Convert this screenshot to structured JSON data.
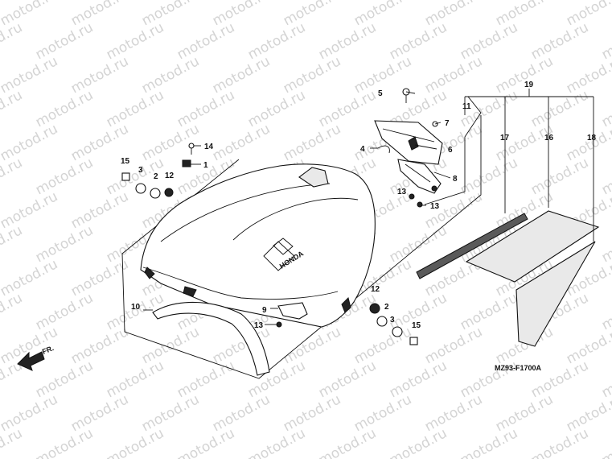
{
  "watermark": "motod.ru",
  "diagram_code": "MZ93-F1700A",
  "front_label": "FR.",
  "brand_mark": "HONDA",
  "callouts": {
    "c1": "1",
    "c2a": "2",
    "c2b": "2",
    "c3a": "3",
    "c3b": "3",
    "c4": "4",
    "c5": "5",
    "c6": "6",
    "c7": "7",
    "c8": "8",
    "c9": "9",
    "c10": "10",
    "c11": "11",
    "c12a": "12",
    "c12b": "12",
    "c13a": "13",
    "c13b": "13",
    "c13c": "13",
    "c14": "14",
    "c15a": "15",
    "c15b": "15",
    "c16": "16",
    "c17": "17",
    "c18": "18",
    "c19": "19"
  }
}
